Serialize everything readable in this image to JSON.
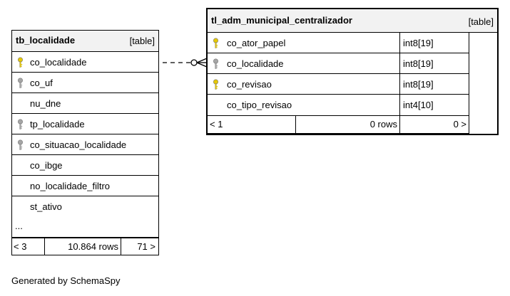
{
  "tables": {
    "left": {
      "name": "tb_localidade",
      "type": "[table]",
      "columns": [
        {
          "name": "co_localidade",
          "key": "primary"
        },
        {
          "name": "co_uf",
          "key": "foreign"
        },
        {
          "name": "nu_dne",
          "key": "none"
        },
        {
          "name": "tp_localidade",
          "key": "foreign"
        },
        {
          "name": "co_situacao_localidade",
          "key": "foreign"
        },
        {
          "name": "co_ibge",
          "key": "none"
        },
        {
          "name": "no_localidade_filtro",
          "key": "none"
        },
        {
          "name": "st_ativo",
          "key": "none"
        }
      ],
      "more": "...",
      "footer": {
        "parents": "< 3",
        "rows": "10.864 rows",
        "children": "71 >"
      }
    },
    "right": {
      "name": "tl_adm_municipal_centralizador",
      "type": "[table]",
      "columns": [
        {
          "name": "co_ator_papel",
          "datatype": "int8[19]",
          "key": "primary"
        },
        {
          "name": "co_localidade",
          "datatype": "int8[19]",
          "key": "foreign"
        },
        {
          "name": "co_revisao",
          "datatype": "int8[19]",
          "key": "primary"
        },
        {
          "name": "co_tipo_revisao",
          "datatype": "int4[10]",
          "key": "none"
        }
      ],
      "footer": {
        "parents": "< 1",
        "rows": "0 rows",
        "children": "0 >"
      }
    }
  },
  "caption": "Generated by SchemaSpy",
  "colors": {
    "primary_key": "#e6c800",
    "foreign_key": "#a6a6a6",
    "header_bg": "#f2f2f2"
  }
}
